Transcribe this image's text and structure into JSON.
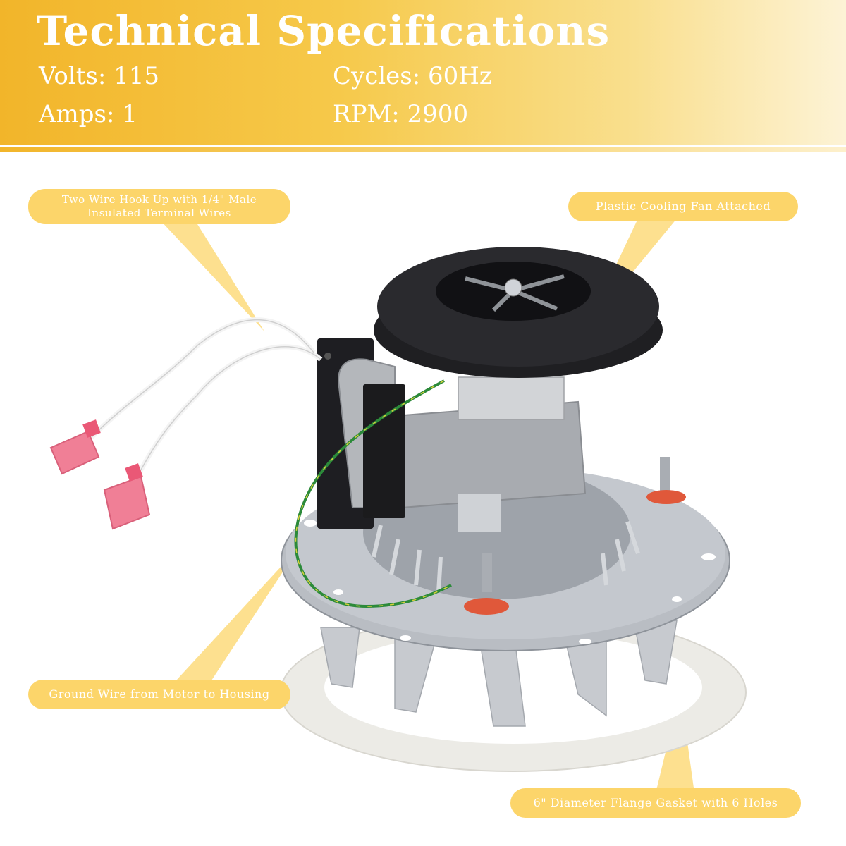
{
  "header": {
    "title": "Technical Specifications",
    "specs": [
      {
        "text": "Volts: 115"
      },
      {
        "text": "Cycles: 60Hz"
      },
      {
        "text": "Amps: 1"
      },
      {
        "text": "RPM: 2900"
      }
    ]
  },
  "callouts": {
    "wires_line1": "Two Wire Hook Up with 1/4\" Male",
    "wires_line2": "Insulated Terminal Wires",
    "fan": "Plastic Cooling Fan Attached",
    "ground": "Ground Wire from Motor to Housing",
    "gasket": "6\" Diameter Flange Gasket with 6 Holes"
  },
  "colors": {
    "accent": "#fcd56a",
    "header_gold": "#f2b52a"
  }
}
